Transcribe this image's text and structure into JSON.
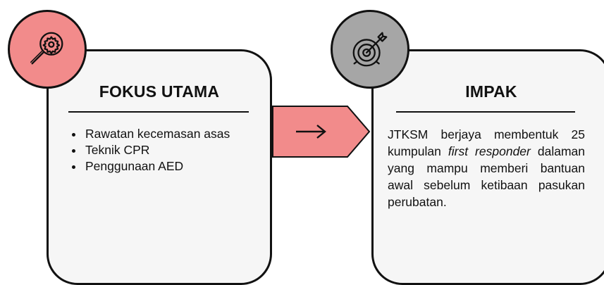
{
  "left_card": {
    "title": "FOKUS UTAMA",
    "icon": "gear-magnifier-icon",
    "badge_color": "#f28b8b",
    "items": [
      "Rawatan kecemasan asas",
      "Teknik CPR",
      "Penggunaan AED"
    ]
  },
  "arrow": {
    "symbol": "→",
    "color": "#f28b8b"
  },
  "right_card": {
    "title": "IMPAK",
    "icon": "target-dart-icon",
    "badge_color": "#a6a6a6",
    "text_before": "JTKSM berjaya membentuk 25 kumpulan ",
    "text_italic": "first responder",
    "text_after": " dalaman yang mampu memberi bantuan awal sebelum ketibaan pasukan perubatan."
  }
}
